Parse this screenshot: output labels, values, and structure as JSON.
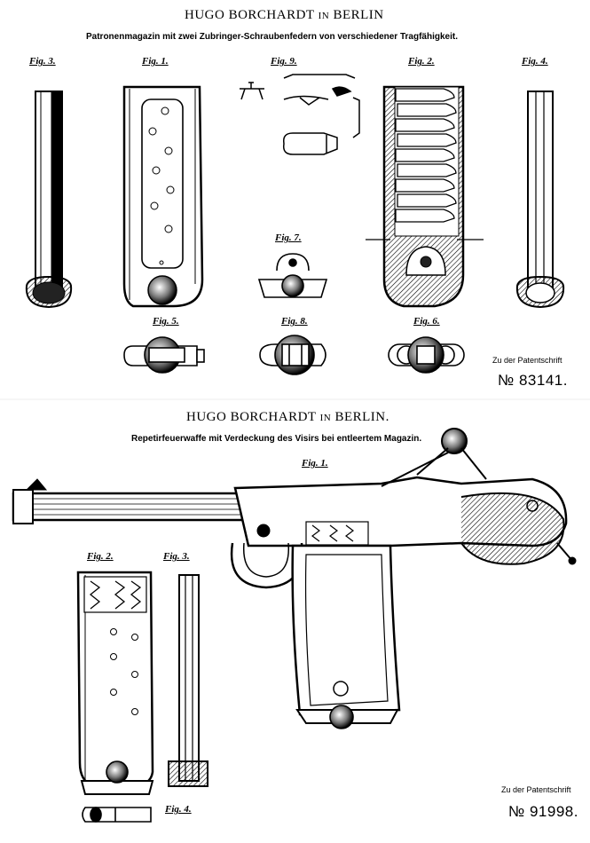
{
  "sheet1": {
    "inventor_name": "HUGO BORCHARDT",
    "inventor_in": "IN",
    "inventor_city": "BERLIN",
    "subtitle": "Patronenmagazin mit zwei Zubringer-Schraubenfedern von verschiedener Tragfähigkeit.",
    "figures": [
      "Fig. 3.",
      "Fig. 1.",
      "Fig. 9.",
      "Fig. 2.",
      "Fig. 4.",
      "Fig. 7.",
      "Fig. 5.",
      "Fig. 8.",
      "Fig. 6."
    ],
    "patent_caption": "Zu der Patentschrift",
    "patent_number": "№ 83141."
  },
  "sheet2": {
    "inventor_name": "HUGO BORCHARDT",
    "inventor_in": "IN",
    "inventor_city": "BERLIN.",
    "subtitle": "Repetirfeuerwaffe mit Verdeckung des Visirs bei entleertem Magazin.",
    "figures": [
      "Fig. 1.",
      "Fig. 2.",
      "Fig. 3.",
      "Fig. 4."
    ],
    "patent_caption": "Zu der Patentschrift",
    "patent_number": "№ 91998."
  }
}
